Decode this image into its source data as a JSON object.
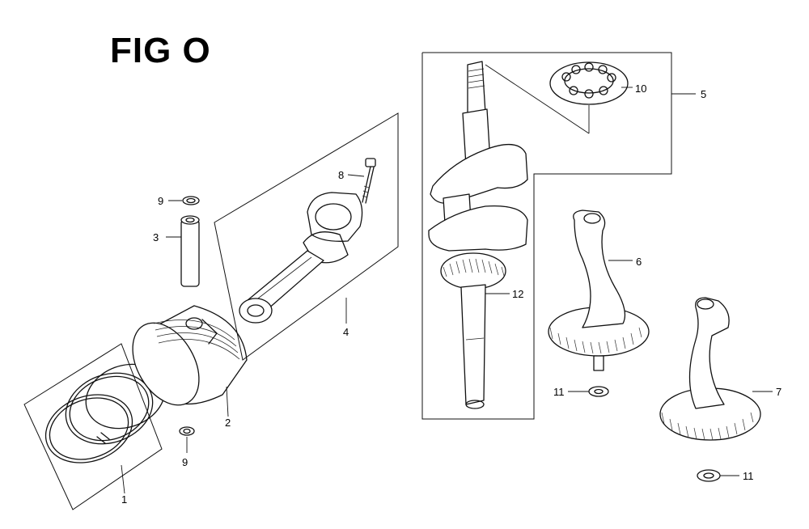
{
  "figure": {
    "title": "FIG O"
  },
  "callouts": [
    {
      "id": "ring-set",
      "label": "1"
    },
    {
      "id": "piston",
      "label": "2"
    },
    {
      "id": "piston-pin",
      "label": "3"
    },
    {
      "id": "connecting-rod",
      "label": "4"
    },
    {
      "id": "crankshaft-assembly",
      "label": "5"
    },
    {
      "id": "governor-cam-6",
      "label": "6"
    },
    {
      "id": "governor-cam-7",
      "label": "7"
    },
    {
      "id": "rod-bolt",
      "label": "8"
    },
    {
      "id": "pin-clip-top",
      "label": "9"
    },
    {
      "id": "pin-clip-bottom",
      "label": "9"
    },
    {
      "id": "ball-bearing",
      "label": "10"
    },
    {
      "id": "washer-6",
      "label": "11"
    },
    {
      "id": "washer-7",
      "label": "11"
    },
    {
      "id": "crank-gear",
      "label": "12"
    }
  ]
}
